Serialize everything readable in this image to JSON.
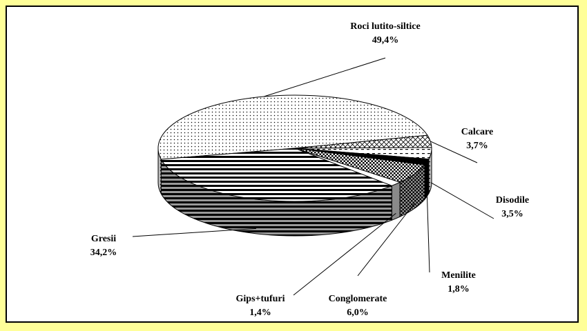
{
  "chart_data": {
    "type": "pie",
    "style": "3d",
    "title": "",
    "legend": "none",
    "slices": [
      {
        "name": "Roci lutito-siltice",
        "value": 49.4,
        "label": "Roci lutito-siltice",
        "pct_label": "49,4%",
        "pattern": "dots"
      },
      {
        "name": "Calcare",
        "value": 3.7,
        "label": "Calcare",
        "pct_label": "3,7%",
        "pattern": "diagcross"
      },
      {
        "name": "Disodile",
        "value": 3.5,
        "label": "Disodile",
        "pct_label": "3,5%",
        "pattern": "dashes"
      },
      {
        "name": "Menilite",
        "value": 1.8,
        "label": "Menilite",
        "pct_label": "1,8%",
        "pattern": "solid"
      },
      {
        "name": "Conglomerate",
        "value": 6.0,
        "label": "Conglomerate",
        "pct_label": "6,0%",
        "pattern": "checker"
      },
      {
        "name": "Gips+tufuri",
        "value": 1.4,
        "label": "Gips+tufuri",
        "pct_label": "1,4%",
        "pattern": "plain"
      },
      {
        "name": "Gresii",
        "value": 34.2,
        "label": "Gresii",
        "pct_label": "34,2%",
        "pattern": "hlines"
      }
    ],
    "colors": {
      "frame": "#ffff99",
      "plot": "#ffffff",
      "ink": "#000000"
    }
  }
}
